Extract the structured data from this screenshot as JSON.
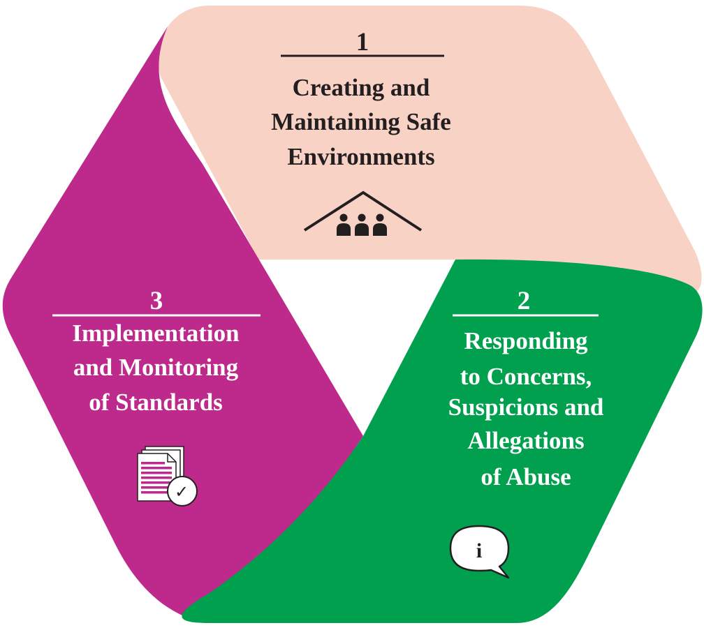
{
  "colors": {
    "segment_1": "#f8d2c4",
    "segment_2": "#00a04e",
    "segment_3": "#bd2a8b",
    "dark_text": "#231f20",
    "light_text": "#ffffff"
  },
  "segments": [
    {
      "number": "1",
      "title_lines": [
        "Creating and",
        "Maintaining Safe",
        "Environments"
      ],
      "icon": "house-people-icon"
    },
    {
      "number": "2",
      "title_lines": [
        "Responding",
        "to Concerns,",
        "Suspicions and",
        "Allegations",
        "of Abuse"
      ],
      "icon": "info-speech-bubble-icon"
    },
    {
      "number": "3",
      "title_lines": [
        "Implementation",
        "and Monitoring",
        "of Standards"
      ],
      "icon": "document-check-icon"
    }
  ],
  "info_icon_letter": "i",
  "check_icon_mark": "✓"
}
